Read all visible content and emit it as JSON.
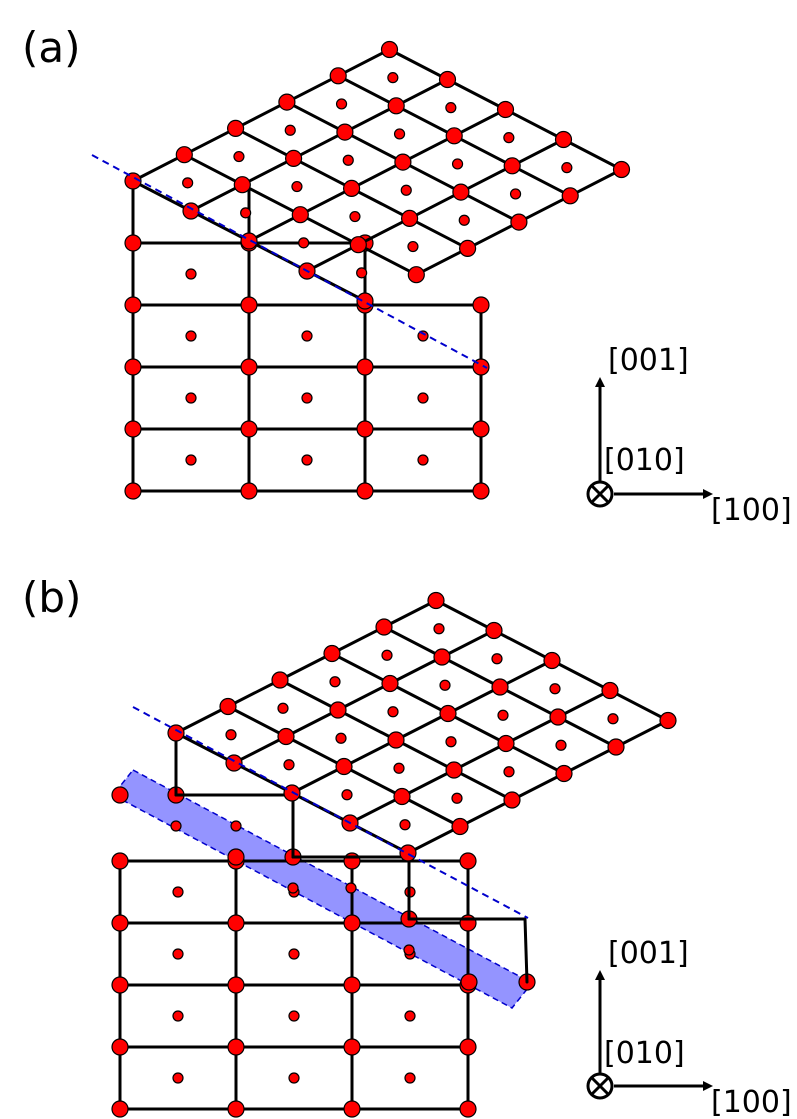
{
  "panels": [
    {
      "id": "a",
      "label": "(a)"
    },
    {
      "id": "b",
      "label": "(b)"
    }
  ],
  "axes": {
    "up_label": "[001]",
    "into_label": "[010]",
    "right_label": "[100]"
  },
  "colors": {
    "atom": "#ff0000",
    "bond": "#000000",
    "boundary_line": "#0000cc",
    "interface_band": "#6666ff"
  },
  "icons": {
    "into_page": "circled-x-icon"
  }
}
